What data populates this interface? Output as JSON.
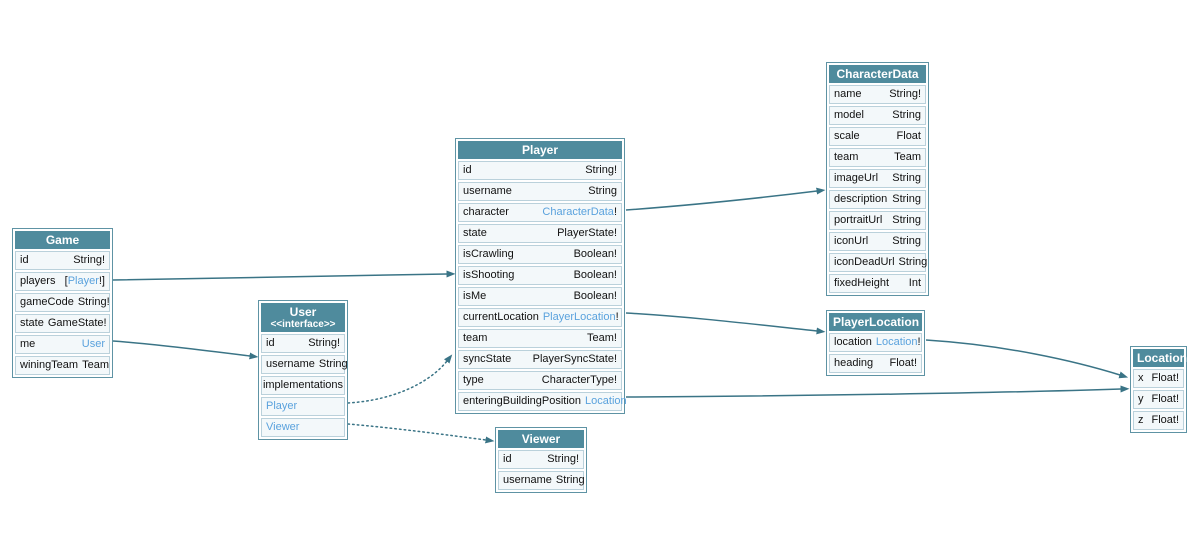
{
  "diagram": {
    "colors": {
      "header_bg": "#4f8b9d",
      "header_text": "#ffffff",
      "row_bg": "#f3f8fa",
      "row_border": "#bad1db",
      "table_border": "#5e93a4",
      "link_text": "#5aa2dd",
      "field_text": "#111111",
      "edge": "#3a7486"
    },
    "tables": [
      {
        "id": "game",
        "title": "Game",
        "rows": [
          {
            "field": "id",
            "ftype": "String!"
          },
          {
            "field": "players",
            "prefix": "[",
            "ftype": "Player",
            "suffix": "!]",
            "typeLink": true
          },
          {
            "field": "gameCode",
            "ftype": "String!"
          },
          {
            "field": "state",
            "ftype": "GameState!"
          },
          {
            "field": "me",
            "ftype": "User",
            "typeLink": true
          },
          {
            "field": "winingTeam",
            "ftype": "Team"
          }
        ]
      },
      {
        "id": "user",
        "title": "User",
        "stereotype": "<<interface>>",
        "rows": [
          {
            "field": "id",
            "ftype": "String!"
          },
          {
            "field": "username",
            "ftype": "String"
          },
          {
            "field": "implementations",
            "ftype": "",
            "center": true
          },
          {
            "field": "Player",
            "ftype": "",
            "fieldLink": true
          },
          {
            "field": "Viewer",
            "ftype": "",
            "fieldLink": true
          }
        ]
      },
      {
        "id": "player",
        "title": "Player",
        "rows": [
          {
            "field": "id",
            "ftype": "String!"
          },
          {
            "field": "username",
            "ftype": "String"
          },
          {
            "field": "character",
            "ftype": "CharacterData",
            "suffix": "!",
            "typeLink": true
          },
          {
            "field": "state",
            "ftype": "PlayerState!"
          },
          {
            "field": "isCrawling",
            "ftype": "Boolean!"
          },
          {
            "field": "isShooting",
            "ftype": "Boolean!"
          },
          {
            "field": "isMe",
            "ftype": "Boolean!"
          },
          {
            "field": "currentLocation",
            "ftype": "PlayerLocation",
            "suffix": "!",
            "typeLink": true
          },
          {
            "field": "team",
            "ftype": "Team!"
          },
          {
            "field": "syncState",
            "ftype": "PlayerSyncState!"
          },
          {
            "field": "type",
            "ftype": "CharacterType!"
          },
          {
            "field": "enteringBuildingPosition",
            "ftype": "Location",
            "typeLink": true
          }
        ]
      },
      {
        "id": "viewer",
        "title": "Viewer",
        "rows": [
          {
            "field": "id",
            "ftype": "String!"
          },
          {
            "field": "username",
            "ftype": "String"
          }
        ]
      },
      {
        "id": "characterdata",
        "title": "CharacterData",
        "rows": [
          {
            "field": "name",
            "ftype": "String!"
          },
          {
            "field": "model",
            "ftype": "String"
          },
          {
            "field": "scale",
            "ftype": "Float"
          },
          {
            "field": "team",
            "ftype": "Team"
          },
          {
            "field": "imageUrl",
            "ftype": "String"
          },
          {
            "field": "description",
            "ftype": "String"
          },
          {
            "field": "portraitUrl",
            "ftype": "String"
          },
          {
            "field": "iconUrl",
            "ftype": "String"
          },
          {
            "field": "iconDeadUrl",
            "ftype": "String"
          },
          {
            "field": "fixedHeight",
            "ftype": "Int"
          }
        ]
      },
      {
        "id": "playerlocation",
        "title": "PlayerLocation",
        "rows": [
          {
            "field": "location",
            "ftype": "Location",
            "suffix": "!",
            "typeLink": true
          },
          {
            "field": "heading",
            "ftype": "Float!"
          }
        ]
      },
      {
        "id": "location",
        "title": "Location",
        "rows": [
          {
            "field": "x",
            "ftype": "Float!"
          },
          {
            "field": "y",
            "ftype": "Float!"
          },
          {
            "field": "z",
            "ftype": "Float!"
          }
        ]
      }
    ],
    "edges": [
      {
        "from": "Game.players",
        "to": "Player",
        "style": "solid"
      },
      {
        "from": "Game.me",
        "to": "User",
        "style": "solid"
      },
      {
        "from": "User.Player",
        "to": "Player",
        "style": "dotted"
      },
      {
        "from": "User.Viewer",
        "to": "Viewer",
        "style": "dotted"
      },
      {
        "from": "Player.character",
        "to": "CharacterData",
        "style": "solid"
      },
      {
        "from": "Player.currentLocation",
        "to": "PlayerLocation",
        "style": "solid"
      },
      {
        "from": "Player.enteringBuildingPosition",
        "to": "Location",
        "style": "solid"
      },
      {
        "from": "PlayerLocation.location",
        "to": "Location",
        "style": "solid"
      }
    ]
  }
}
